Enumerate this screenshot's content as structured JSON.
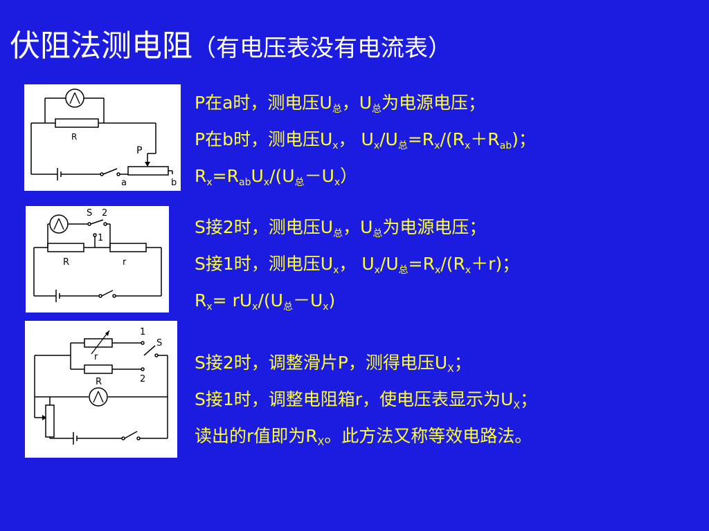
{
  "title": {
    "main": "伏阻法测电阻",
    "sub": "（有电压表没有电流表）"
  },
  "diagrams": [
    {
      "labels": {
        "resistor_r": "R",
        "slider": "P",
        "end_a": "a",
        "end_b": "b"
      }
    },
    {
      "labels": {
        "switch": "S",
        "contact_2": "2",
        "contact_1": "1",
        "resistor_r": "R",
        "resistor_small_r": "r"
      }
    },
    {
      "labels": {
        "contact_1": "1",
        "switch": "S",
        "contact_2": "2",
        "box_r": "r",
        "resistor_r": "R"
      }
    }
  ],
  "method1": {
    "line1": {
      "a": "P在a时，测电压U",
      "s1": "总",
      "b": "，U",
      "s2": "总",
      "c": "为电源电压；"
    },
    "line2": {
      "a": "P在b时，测电压U",
      "s1": "x",
      "b": "， U",
      "s2": "x",
      "c": "/U",
      "s3": "总",
      "d": "=R",
      "s4": "x",
      "e": "/(R",
      "s5": "x",
      "f": "＋R",
      "s6": "ab",
      "g": ")；"
    },
    "line3": {
      "a": "R",
      "s1": "x",
      "b": "=R",
      "s2": "ab",
      "c": "U",
      "s3": "x",
      "d": "/(U",
      "s4": "总",
      "e": "－U",
      "s5": "x",
      "f": "）"
    }
  },
  "method2": {
    "line1": {
      "a": "S接2时，测电压U",
      "s1": "总",
      "b": "，U",
      "s2": "总",
      "c": "为电源电压；"
    },
    "line2": {
      "a": "S接1时，测电压U",
      "s1": "x",
      "b": "， U",
      "s2": "x",
      "c": "/U",
      "s3": "总",
      "d": "=R",
      "s4": "x",
      "e": "/(R",
      "s5": "x",
      "f": "＋r)；"
    },
    "line3": {
      "a": "R",
      "s1": "x",
      "b": "= rU",
      "s2": "x",
      "c": "/(U",
      "s3": "总",
      "d": "－U",
      "s4": "x",
      "e": ")"
    }
  },
  "method3": {
    "line1": {
      "a": "S接2时，调整滑片P，测得电压U",
      "s1": "X",
      "b": "；"
    },
    "line2": {
      "a": "S接1时，调整电阻箱r，使电压表显示为U",
      "s1": "X",
      "b": "；"
    },
    "line3": {
      "a": "读出的r值即为R",
      "s1": "X",
      "b": "。此方法又称等效电路法。"
    }
  },
  "colors": {
    "background": "#1c1ce0",
    "text": "#ffff33",
    "title": "#ffffff"
  }
}
